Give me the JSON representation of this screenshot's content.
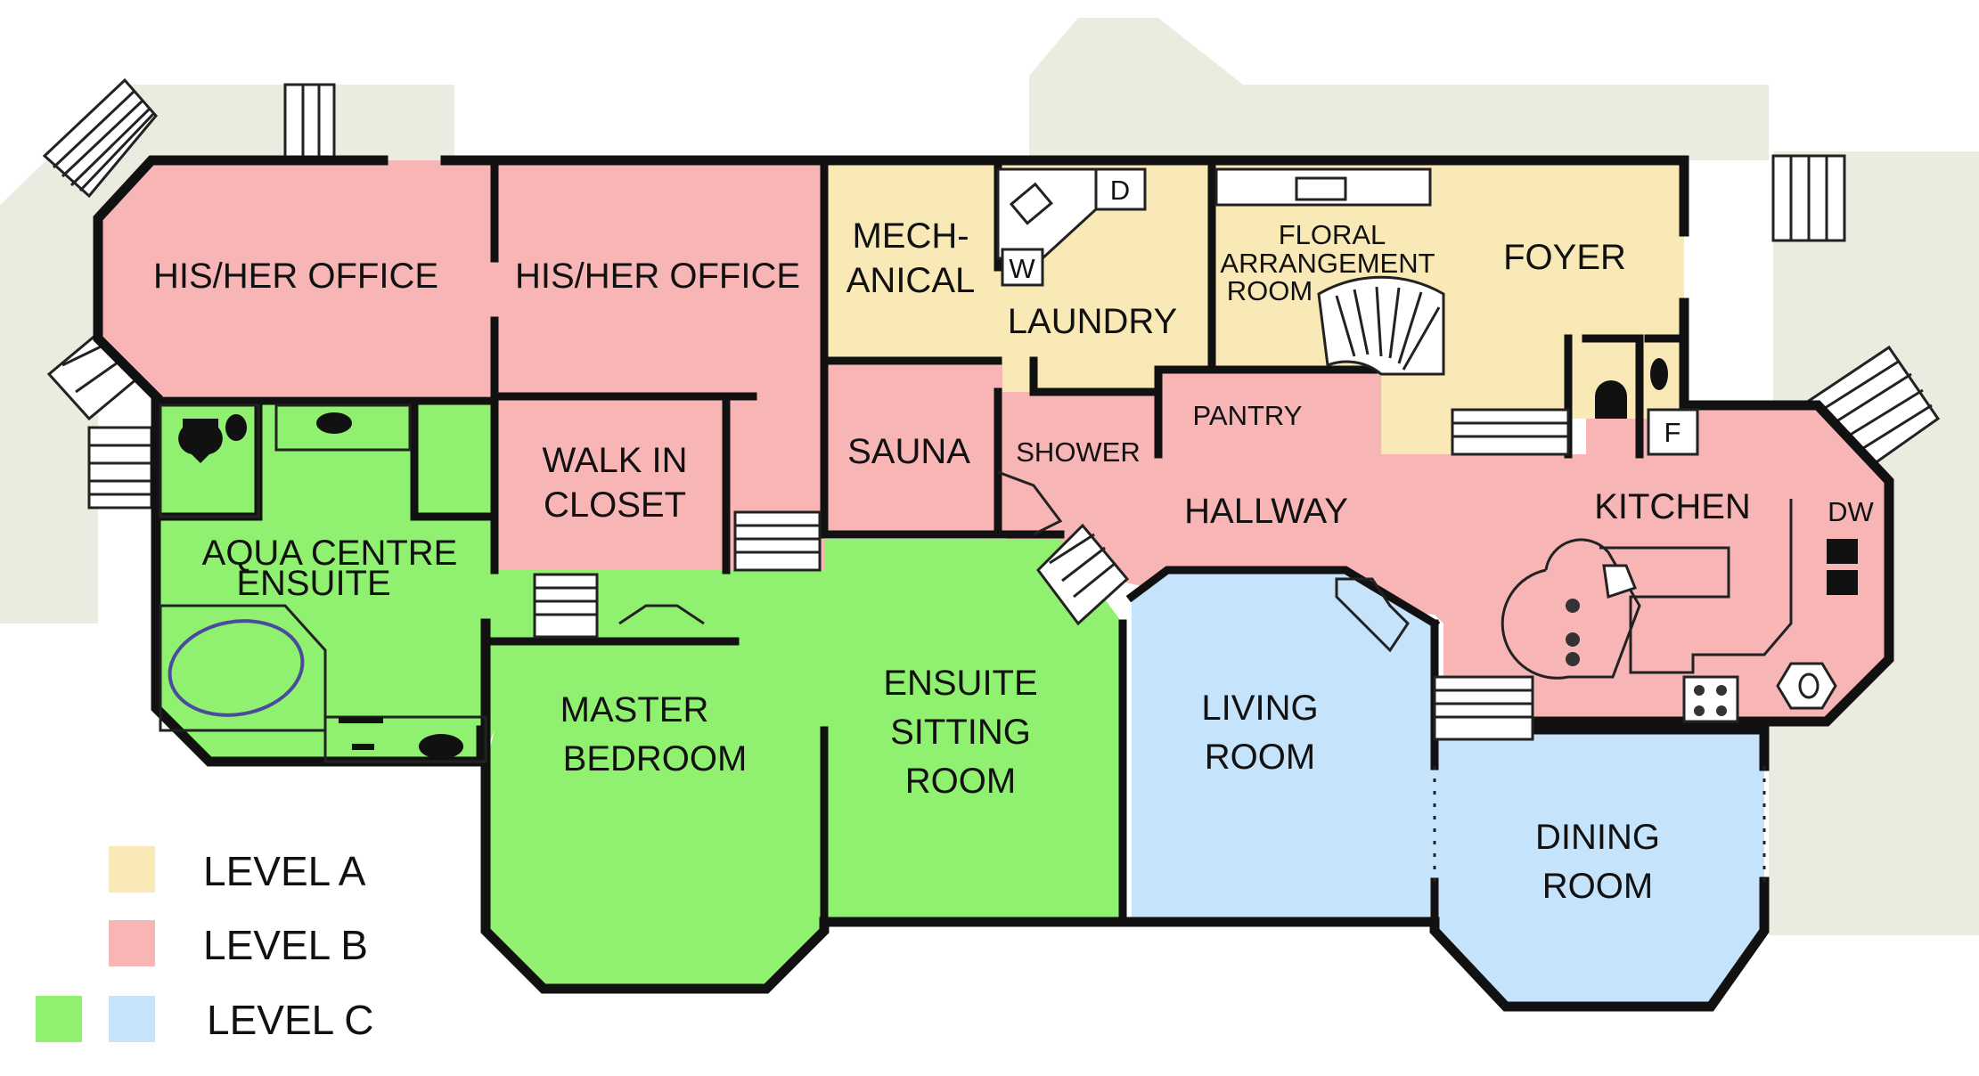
{
  "colors": {
    "level_a": "#f8e9b6",
    "level_b": "#f7b5b6",
    "level_c_green": "#90f06f",
    "level_c_blue": "#c5e3fb",
    "deck": "#ecebe0",
    "wall": "#111111"
  },
  "rooms": {
    "office_left": "HIS/HER OFFICE",
    "office_right": "HIS/HER OFFICE",
    "mechanical_line1": "MECH-",
    "mechanical_line2": "ANICAL",
    "laundry": "LAUNDRY",
    "floral_line1": "FLORAL",
    "floral_line2": "ARRANGEMENT",
    "floral_line3": "ROOM",
    "foyer": "FOYER",
    "walkin_line1": "WALK IN",
    "walkin_line2": "CLOSET",
    "sauna": "SAUNA",
    "shower": "SHOWER",
    "pantry": "PANTRY",
    "hallway": "HALLWAY",
    "kitchen": "KITCHEN",
    "dw": "DW",
    "aqua_line1": "AQUA CENTRE",
    "aqua_line2": "ENSUITE",
    "master_line1": "MASTER",
    "master_line2": "BEDROOM",
    "sitting_line1": "ENSUITE",
    "sitting_line2": "SITTING",
    "sitting_line3": "ROOM",
    "living_line1": "LIVING",
    "living_line2": "ROOM",
    "dining_line1": "DINING",
    "dining_line2": "ROOM"
  },
  "fixtures": {
    "dryer": "D",
    "washer": "W",
    "fridge": "F"
  },
  "legend": [
    {
      "label": "LEVEL A",
      "colors": [
        "level_a"
      ]
    },
    {
      "label": "LEVEL B",
      "colors": [
        "level_b"
      ]
    },
    {
      "label": "LEVEL C",
      "colors": [
        "level_c_green",
        "level_c_blue"
      ]
    }
  ]
}
